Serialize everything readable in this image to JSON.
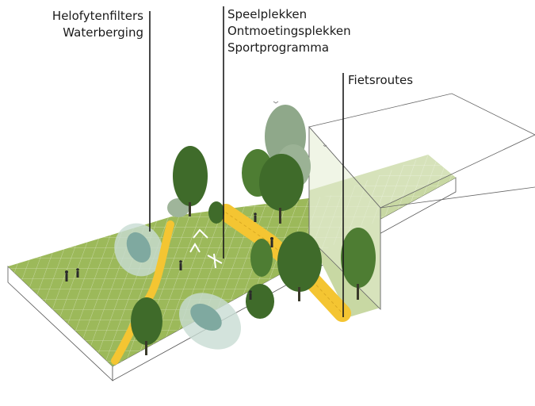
{
  "labels": {
    "left": [
      "Helofytenfilters",
      "Waterberging"
    ],
    "middle": [
      "Speelplekken",
      "Ontmoetingsplekken",
      "Sportprogramma"
    ],
    "right": [
      "Fietsroutes"
    ]
  },
  "colors": {
    "grass": "#9cb95a",
    "grass_light": "#c9d9a4",
    "bike_path": "#f4c532",
    "water": "#7fa9a0",
    "tree_dark": "#3f6b2a",
    "tree_mid": "#4e7d33",
    "tree_ghost": "#8fa88a",
    "base_side": "#ffffff",
    "outline": "#555555"
  },
  "icons": [
    "tree-icon",
    "person-icon",
    "playground-icon",
    "bird-icon"
  ]
}
